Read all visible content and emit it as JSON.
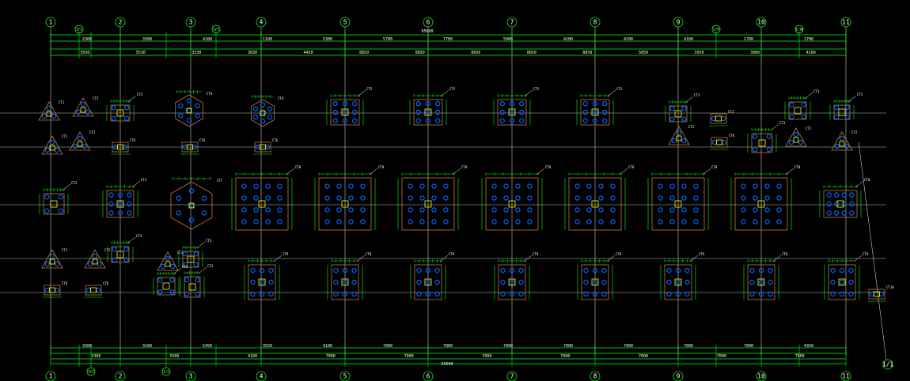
{
  "colors": {
    "background": "#000000",
    "grid_axis": "#c8c8c8",
    "dimension": "#00ff00",
    "bubble": "#00ff00",
    "cap_outline": "#c87832",
    "pile": "#0066ff",
    "column": "#ffff00",
    "text": "#ffffff",
    "annotation": "#ff3030"
  },
  "grid": {
    "vertical_axes": [
      "1",
      "2",
      "3",
      "4",
      "5",
      "6",
      "7",
      "8",
      "9",
      "10",
      "11"
    ],
    "secondary_axes_top": [
      "2/1",
      "3/1",
      "1/9",
      "1/10"
    ],
    "secondary_axes_bottom": [
      "2/1",
      "1/2"
    ],
    "side_axis": "1/1"
  },
  "dimensions": {
    "overall": "95600",
    "top_row_1": [
      "2300",
      "3300",
      "4100",
      "1100",
      "5300",
      "5700",
      "7700",
      "5900",
      "4100",
      "4100",
      "4100",
      "1700",
      "1700"
    ],
    "top_row_2": [
      "3550",
      "5530",
      "3330",
      "3830",
      "4450",
      "8850",
      "8850",
      "8850",
      "8850",
      "8850",
      "5850",
      "3950",
      "3900",
      "4100"
    ],
    "bottom_row_1": [
      "3300",
      "3100",
      "5450",
      "3550",
      "4100",
      "7000",
      "7000",
      "7000",
      "7000",
      "7000",
      "7000",
      "7000",
      "4350"
    ],
    "bottom_row_2": [
      "3300",
      "3300",
      "4100",
      "7000",
      "7000",
      "7000",
      "7000",
      "7000",
      "7000",
      "7000"
    ]
  },
  "labels": {
    "caps": [
      "CT1",
      "CT2",
      "CT3",
      "CT4",
      "CT5",
      "CT6",
      "CT7",
      "CT8",
      "CT9",
      "CT10"
    ]
  }
}
